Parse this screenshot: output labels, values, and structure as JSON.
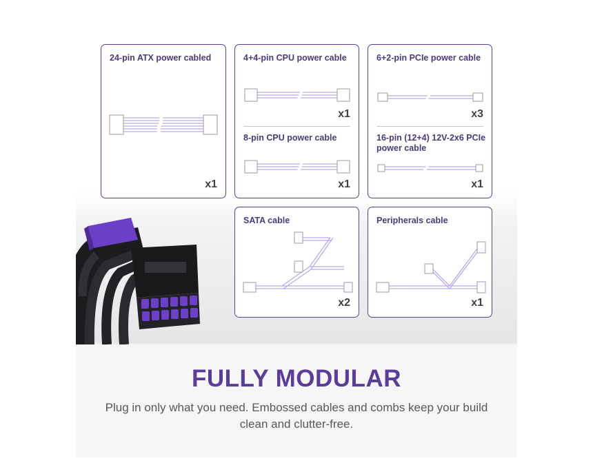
{
  "cards": {
    "atx": {
      "title": "24-pin ATX power cabled",
      "qty": "x1"
    },
    "cpu44": {
      "title": "4+4-pin CPU power cable",
      "qty": "x1"
    },
    "cpu8": {
      "title": "8-pin CPU power cable",
      "qty": "x1"
    },
    "pcie62": {
      "title": "6+2-pin PCIe power cable",
      "qty": "x3"
    },
    "pcie16": {
      "title": "16-pin (12+4) 12V-2x6 PCIe power cable",
      "qty": "x1"
    },
    "sata": {
      "title": "SATA cable",
      "qty": "x2"
    },
    "periph": {
      "title": "Peripherals cable",
      "qty": "x1"
    }
  },
  "headline": "FULLY MODULAR",
  "subtitle": "Plug in only what you need. Embossed cables and combs keep your build clean and clutter-free.",
  "colors": {
    "accent": "#5a3d99",
    "border": "#5b3f8e",
    "cable": "#b9a8e6",
    "connector_purple": "#6b3fc8"
  }
}
